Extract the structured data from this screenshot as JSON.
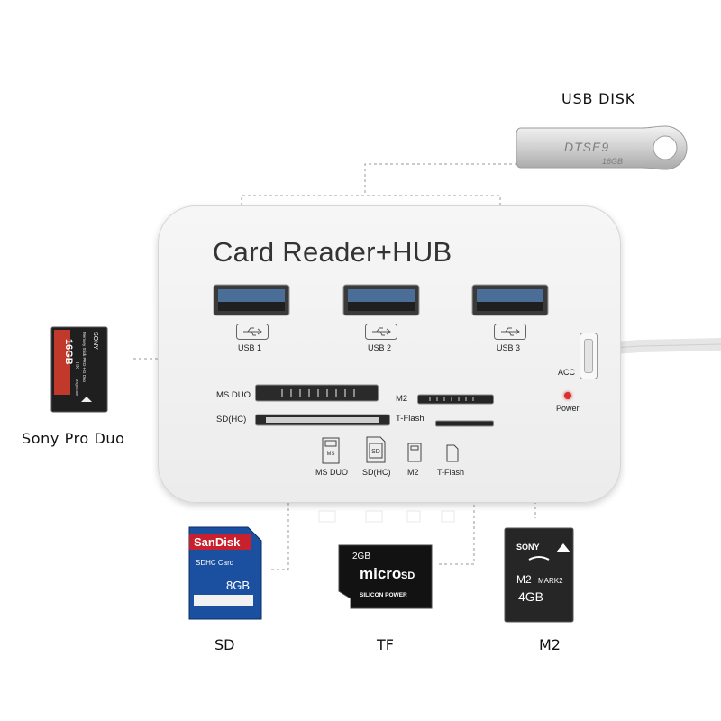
{
  "product": {
    "title": "Card Reader+HUB",
    "usb_ports": [
      "USB 1",
      "USB 2",
      "USB 3"
    ],
    "acc_label": "ACC",
    "power_label": "Power",
    "slots": {
      "ms_duo": "MS DUO",
      "sd_hc": "SD(HC)",
      "m2": "M2",
      "tflash": "T-Flash"
    },
    "slot_icons": [
      "MS DUO",
      "SD(HC)",
      "M2",
      "T-Flash"
    ]
  },
  "devices": {
    "usb_disk": {
      "label": "USB DISK",
      "brand": "DTSE9",
      "capacity": "16GB"
    },
    "pro_duo": {
      "label": "Sony Pro Duo",
      "capacity": "16GB",
      "brand": "SONY",
      "text": "Memory Stick PRO-HG Duo",
      "mark": "HX",
      "sub": "MagicGate"
    },
    "sd": {
      "label": "SD",
      "brand": "SanDisk",
      "type": "SDHC Card",
      "capacity": "8GB"
    },
    "tf": {
      "label": "TF",
      "capacity": "2GB",
      "logo_a": "micro",
      "logo_b": "SD",
      "brand": "SILICON POWER"
    },
    "m2": {
      "label": "M2",
      "brand": "SONY",
      "type": "M2",
      "mark": "MARK2",
      "capacity": "4GB"
    }
  },
  "colors": {
    "hub": "#f1f1f1",
    "usb_blue": "#4a6e98",
    "power_led": "#d93030",
    "sd_blue": "#1b4fa0",
    "sd_red": "#c8202c",
    "pro_duo_red": "#c0392b"
  }
}
